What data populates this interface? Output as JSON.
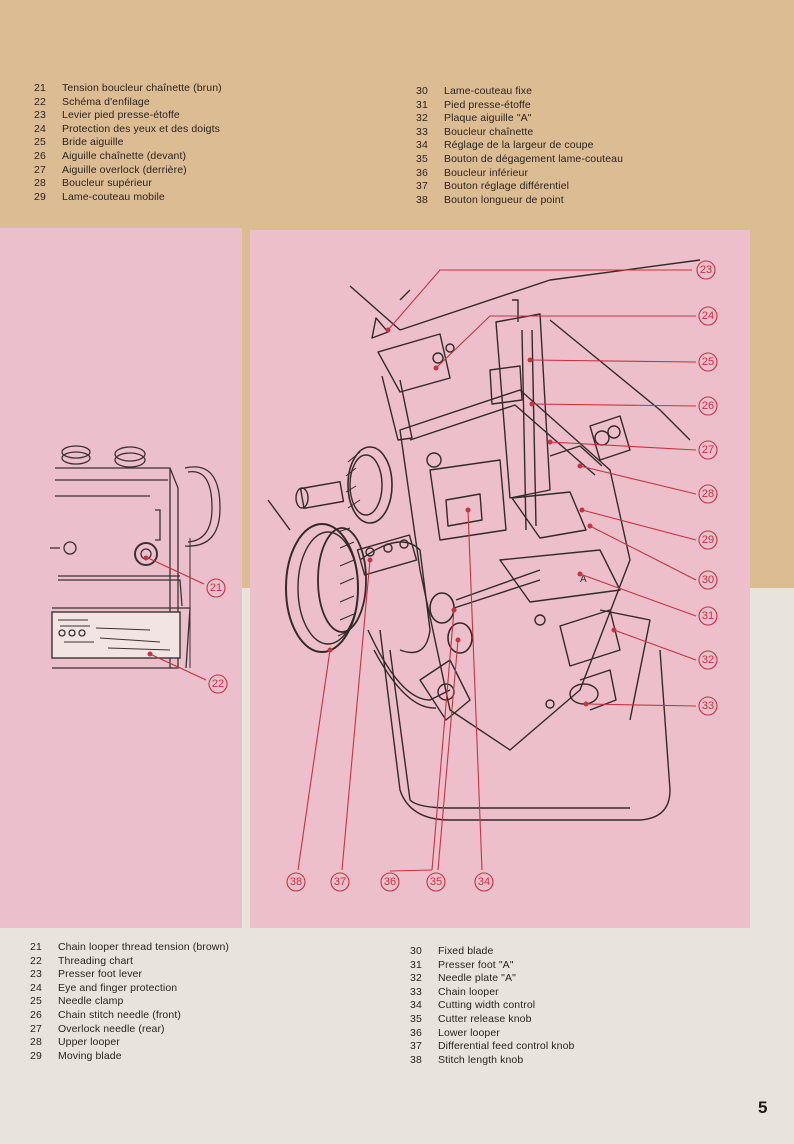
{
  "french_legend": {
    "left": [
      {
        "num": "21",
        "text": "Tension boucleur chaînette (brun)"
      },
      {
        "num": "22",
        "text": "Schéma d'enfilage"
      },
      {
        "num": "23",
        "text": "Levier pied presse-étoffe"
      },
      {
        "num": "24",
        "text": "Protection des yeux et des doigts"
      },
      {
        "num": "25",
        "text": "Bride aiguille"
      },
      {
        "num": "26",
        "text": "Aiguille chaînette (devant)"
      },
      {
        "num": "27",
        "text": "Aiguille overlock (derrière)"
      },
      {
        "num": "28",
        "text": "Boucleur supérieur"
      },
      {
        "num": "29",
        "text": "Lame-couteau mobile"
      }
    ],
    "right": [
      {
        "num": "30",
        "text": "Lame-couteau fixe"
      },
      {
        "num": "31",
        "text": "Pied presse-étoffe"
      },
      {
        "num": "32",
        "text": "Plaque aiguille \"A\""
      },
      {
        "num": "33",
        "text": "Boucleur chaînette"
      },
      {
        "num": "34",
        "text": "Réglage de la largeur de coupe"
      },
      {
        "num": "35",
        "text": "Bouton de dégagement lame-couteau"
      },
      {
        "num": "36",
        "text": "Boucleur inférieur"
      },
      {
        "num": "37",
        "text": "Bouton réglage différentiel"
      },
      {
        "num": "38",
        "text": "Bouton longueur de point"
      }
    ]
  },
  "english_legend": {
    "left": [
      {
        "num": "21",
        "text": "Chain looper thread tension (brown)"
      },
      {
        "num": "22",
        "text": "Threading chart"
      },
      {
        "num": "23",
        "text": "Presser foot lever"
      },
      {
        "num": "24",
        "text": "Eye and finger protection"
      },
      {
        "num": "25",
        "text": "Needle clamp"
      },
      {
        "num": "26",
        "text": "Chain stitch needle (front)"
      },
      {
        "num": "27",
        "text": "Overlock needle (rear)"
      },
      {
        "num": "28",
        "text": "Upper looper"
      },
      {
        "num": "29",
        "text": "Moving blade"
      }
    ],
    "right": [
      {
        "num": "30",
        "text": "Fixed blade"
      },
      {
        "num": "31",
        "text": "Presser foot \"A\""
      },
      {
        "num": "32",
        "text": "Needle plate \"A\""
      },
      {
        "num": "33",
        "text": "Chain looper"
      },
      {
        "num": "34",
        "text": "Cutting width control"
      },
      {
        "num": "35",
        "text": "Cutter release knob"
      },
      {
        "num": "36",
        "text": "Lower looper"
      },
      {
        "num": "37",
        "text": "Differential feed control knob"
      },
      {
        "num": "38",
        "text": "Stitch length knob"
      }
    ]
  },
  "callouts": {
    "c21": "21",
    "c22": "22",
    "c23": "23",
    "c24": "24",
    "c25": "25",
    "c26": "26",
    "c27": "27",
    "c28": "28",
    "c29": "29",
    "c30": "30",
    "c31": "31",
    "c32": "32",
    "c33": "33",
    "c34": "34",
    "c35": "35",
    "c36": "36",
    "c37": "37",
    "c38": "38"
  },
  "plate_letter": "A",
  "page_number": "5",
  "colors": {
    "tan": "#dcbc92",
    "pink": "#ecbfcb",
    "gray": "#e8e3dc",
    "callout_red": "#c8333f"
  }
}
